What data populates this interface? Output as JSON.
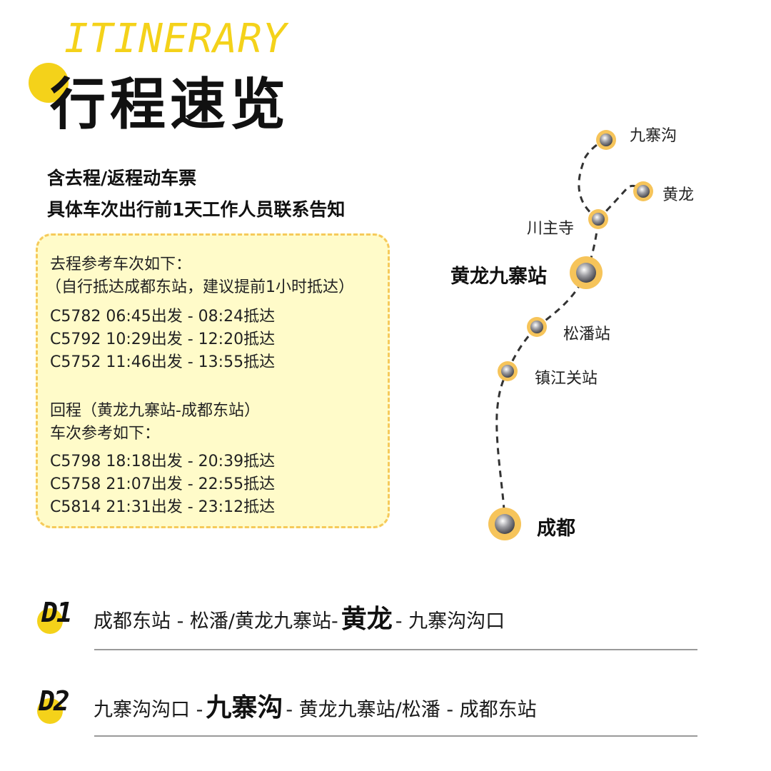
{
  "header": {
    "eyebrow": "ITINERARY",
    "title": "行程速览"
  },
  "intro": {
    "line1": "含去程/返程动车票",
    "line2": "具体车次出行前1天工作人员联系告知"
  },
  "schedule": {
    "outbound_heading": "去程参考车次如下：",
    "outbound_note": "（自行抵达成都东站，建议提前1小时抵达）",
    "outbound_trains": [
      "C5782 06:45出发 - 08:24抵达",
      "C5792 10:29出发 - 12:20抵达",
      "C5752 11:46出发 - 13:55抵达"
    ],
    "return_heading": "回程（黄龙九寨站-成都东站）",
    "return_heading2": "车次参考如下：",
    "return_trains": [
      "C5798 18:18出发 - 20:39抵达",
      "C5758 21:07出发 - 22:55抵达",
      "C5814 21:31出发 - 23:12抵达"
    ]
  },
  "route": {
    "stops": {
      "jiuzhaigou": "九寨沟",
      "huanglong": "黄龙",
      "chuanzhusi": "川主寺",
      "hj_station": "黄龙九寨站",
      "songpan": "松潘站",
      "zhenjiangguan": "镇江关站",
      "chengdu": "成都"
    }
  },
  "days": [
    {
      "tag": "D1",
      "before": "成都东站 - 松潘/黄龙九寨站-",
      "highlight": "黄龙",
      "after": "- 九寨沟沟口"
    },
    {
      "tag": "D2",
      "before": "九寨沟沟口 -",
      "highlight": "九寨沟",
      "after": "- 黄龙九寨站/松潘 - 成都东站"
    }
  ],
  "colors": {
    "accent_yellow": "#f4d21a",
    "node_orange": "#f6c45a",
    "box_fill": "#fffbc9",
    "box_border": "#f6ca5a"
  }
}
